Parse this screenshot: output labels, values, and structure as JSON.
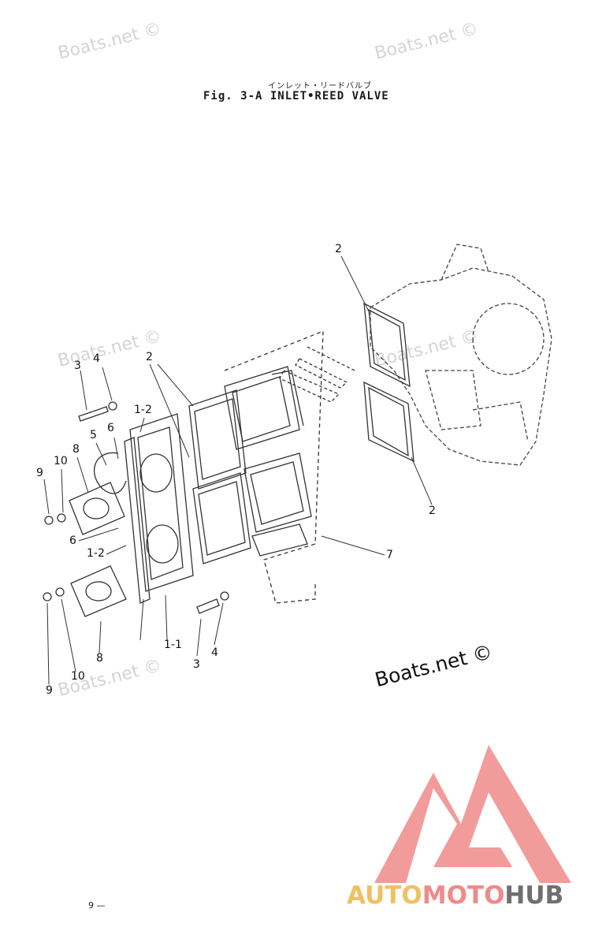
{
  "figure": {
    "title_jp": "インレット・リードバルブ",
    "title": "Fig. 3-A   INLET•REED VALVE"
  },
  "watermarks": {
    "top_left": "Boats.net ©",
    "top_right": "Boats.net ©",
    "mid_left": "Boats.net ©",
    "mid_right": "Boats.net ©",
    "bottom_left": "Boats.net ©",
    "center": "Boats.net ©"
  },
  "callouts": {
    "c2_top": "2",
    "c2_left": "2",
    "c2_right": "2",
    "c3_top": "3",
    "c4_top": "4",
    "c1_2_top": "1-2",
    "c6_top": "6",
    "c5": "5",
    "c8_top": "8",
    "c10_top": "10",
    "c9_top": "9",
    "c6_bottom": "6",
    "c1_2_bottom": "1-2",
    "c7": "7",
    "c9_bottom": "9",
    "c10_bottom": "10",
    "c8_bottom": "8",
    "c1_1": "1-1",
    "c3_bottom": "3",
    "c4_bottom": "4"
  },
  "page": {
    "number": "9 —"
  },
  "brand": {
    "part1": "AUTO",
    "part2": "MOTO",
    "part3": "HUB"
  },
  "colors": {
    "logo_red": "#f08a8a",
    "logo_yellow": "#f0c060",
    "logo_gray": "#6f6f6f"
  }
}
